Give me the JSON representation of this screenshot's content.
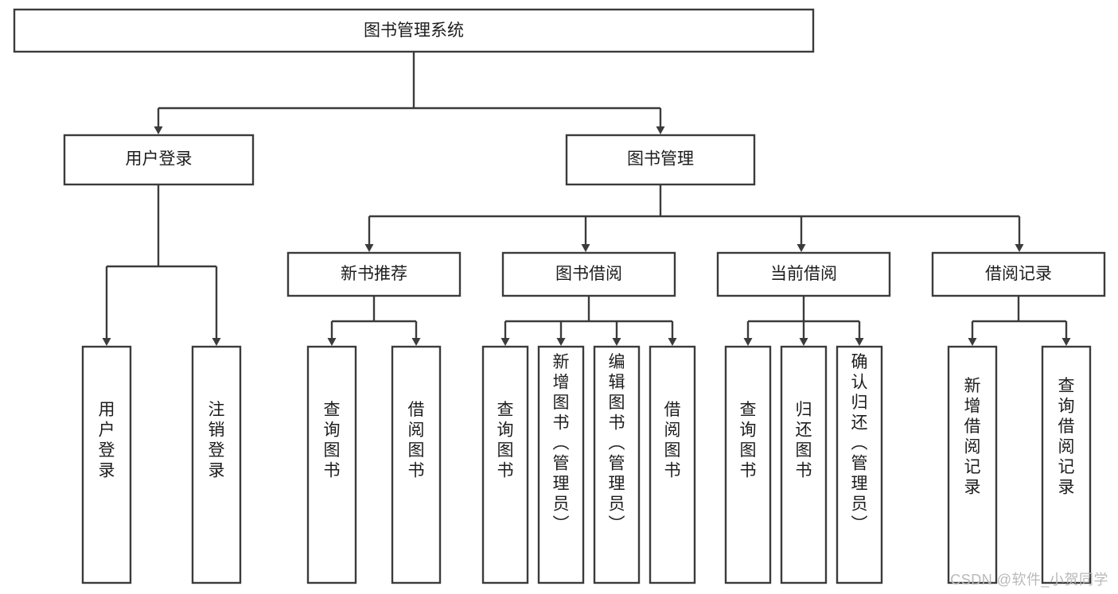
{
  "diagram": {
    "kind": "hierarchy-tree",
    "title": "图书管理系统",
    "root": {
      "id": "root",
      "label": "图书管理系统"
    },
    "level2": [
      {
        "id": "user-login",
        "label": "用户登录"
      },
      {
        "id": "book-manage",
        "label": "图书管理"
      }
    ],
    "level3": [
      {
        "id": "new-book-recommend",
        "label": "新书推荐",
        "parent": "book-manage"
      },
      {
        "id": "book-borrow",
        "label": "图书借阅",
        "parent": "book-manage"
      },
      {
        "id": "current-borrow",
        "label": "当前借阅",
        "parent": "book-manage"
      },
      {
        "id": "borrow-record",
        "label": "借阅记录",
        "parent": "book-manage"
      }
    ],
    "leaves": {
      "user-login": [
        {
          "id": "leaf-user-login",
          "label": "用户登录"
        },
        {
          "id": "leaf-logout-login",
          "label": "注销登录"
        }
      ],
      "new-book-recommend": [
        {
          "id": "leaf-query-book-1",
          "label": "查询图书"
        },
        {
          "id": "leaf-borrow-book-1",
          "label": "借阅图书"
        }
      ],
      "book-borrow": [
        {
          "id": "leaf-query-book-2",
          "label": "查询图书"
        },
        {
          "id": "leaf-add-book",
          "label": "新增图书（管理员）"
        },
        {
          "id": "leaf-edit-book",
          "label": "编辑图书（管理员）"
        },
        {
          "id": "leaf-borrow-book-2",
          "label": "借阅图书"
        }
      ],
      "current-borrow": [
        {
          "id": "leaf-query-book-3",
          "label": "查询图书"
        },
        {
          "id": "leaf-return-book",
          "label": "归还图书"
        },
        {
          "id": "leaf-confirm-return",
          "label": "确认归还（管理员）"
        }
      ],
      "borrow-record": [
        {
          "id": "leaf-add-record",
          "label": "新增借阅记录"
        },
        {
          "id": "leaf-query-record",
          "label": "查询借阅记录"
        }
      ]
    }
  },
  "watermark": {
    "text": "CSDN @软件_小贺同学"
  },
  "colors": {
    "box_stroke": "#3b3b3b",
    "box_fill": "#ffffff",
    "text": "#1d1d1d",
    "watermark": "#b9b9b9",
    "background": "#ffffff"
  }
}
